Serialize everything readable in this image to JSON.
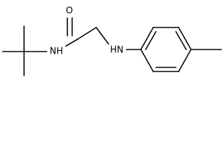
{
  "atoms": {
    "oxygen": "O",
    "amide_nh": "NH",
    "amine_nh": "HN"
  }
}
